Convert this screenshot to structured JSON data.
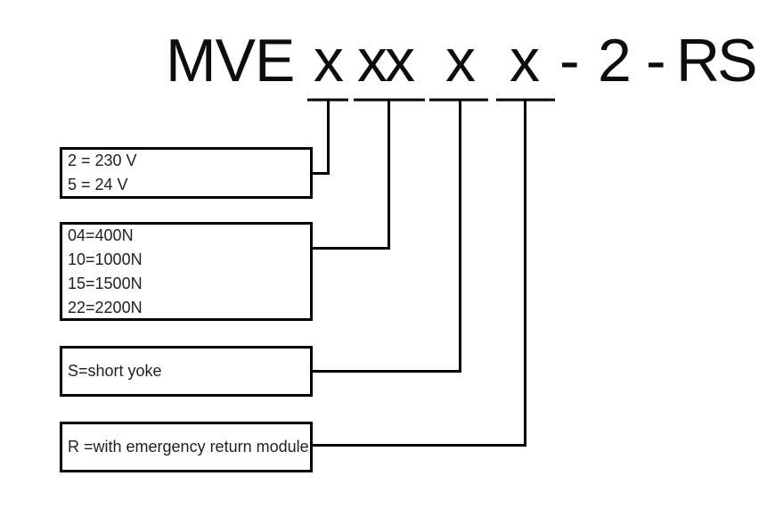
{
  "title": {
    "tokens": [
      "MVE",
      "x",
      "xx",
      "x",
      "x",
      "-",
      "2",
      "-",
      "RS"
    ],
    "full_code": "MVE x xx x x - 2 -RS"
  },
  "legend_boxes": [
    {
      "name": "voltage-options",
      "lines": [
        "2 = 230 V",
        "5 = 24 V"
      ]
    },
    {
      "name": "force-options",
      "lines": [
        "04=400N",
        "10=1000N",
        "15=1500N",
        "22=2200N"
      ]
    },
    {
      "name": "yoke-option",
      "lines": [
        "S=short yoke"
      ]
    },
    {
      "name": "emergency-return-option",
      "lines": [
        "R =with emergency return module"
      ]
    }
  ],
  "colors": {
    "line": "#000000",
    "title_text": "#0d0d0d",
    "box_text": "#1f1f1f",
    "background": "#ffffff"
  }
}
